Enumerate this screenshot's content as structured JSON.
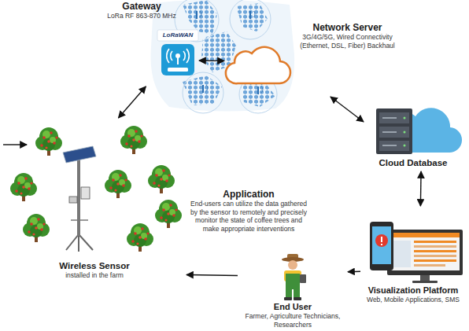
{
  "diagram": {
    "nodes": [
      {
        "text": [
          "Gateway",
          "LoRa RF 863-870 MHz"
        ]
      },
      {
        "text": [
          "Network Server",
          "3G/4G/5G, Wired Connectivity (Ethernet, DSL, Fiber) Backhaul"
        ]
      },
      {
        "text": [
          "Cloud Database"
        ]
      },
      {
        "text": [
          "Application",
          "End-users can utilize the data gathered by the sensor to remotely and precisely monitor the state of coffee trees and make appropriate interventions"
        ]
      },
      {
        "text": [
          "Wireless Sensor",
          "installed in the farm"
        ]
      },
      {
        "text": [
          "Visualization Platform",
          "Web, Mobile Applications, SMS"
        ]
      },
      {
        "text": [
          "End User",
          "Farmer, Agriculture Technicians, Researchers"
        ]
      }
    ],
    "edges": [
      {
        "from": 4,
        "to": 0,
        "arrow": "both"
      },
      {
        "from": 0,
        "to": 1,
        "arrow": "both"
      },
      {
        "from": 1,
        "to": 2,
        "arrow": "both"
      },
      {
        "from": 2,
        "to": 5,
        "arrow": "both"
      },
      {
        "from": 5,
        "to": 6,
        "arrow": "to"
      },
      {
        "from": 6,
        "to": 4,
        "arrow": "to"
      }
    ],
    "labels": [
      "LoRaWAN"
    ]
  }
}
